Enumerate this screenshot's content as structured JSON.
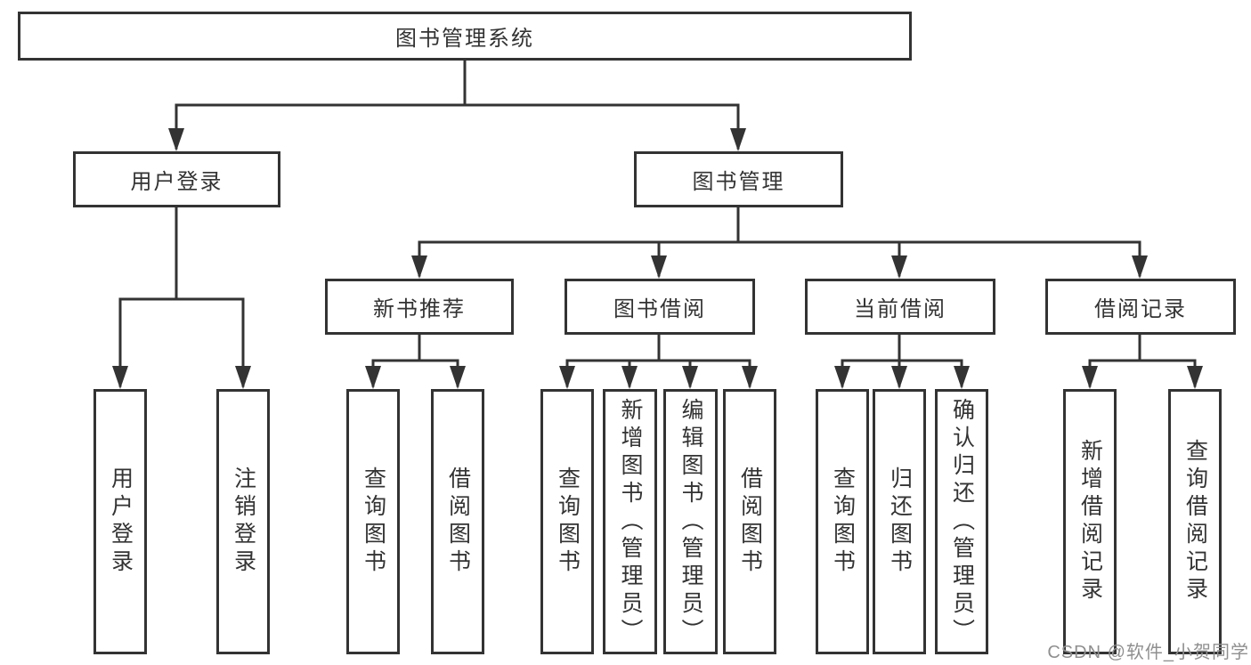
{
  "diagram": {
    "root": {
      "label": "图书管理系统"
    },
    "level2": [
      {
        "label": "用户登录"
      },
      {
        "label": "图书管理"
      }
    ],
    "level3": [
      {
        "label": "新书推荐"
      },
      {
        "label": "图书借阅"
      },
      {
        "label": "当前借阅"
      },
      {
        "label": "借阅记录"
      }
    ],
    "leaves": {
      "user_login": [
        "用户登录",
        "注销登录"
      ],
      "new_book": [
        "查询图书",
        "借阅图书"
      ],
      "book_borrow": [
        "查询图书",
        "新增图书（管理员）",
        "编辑图书（管理员）",
        "借阅图书"
      ],
      "current_borrow": [
        "查询图书",
        "归还图书",
        "确认归还（管理员）"
      ],
      "borrow_record": [
        "新增借阅记录",
        "查询借阅记录"
      ]
    }
  },
  "watermark": "CSDN @软件_小贺同学",
  "colors": {
    "line": "#333333",
    "text": "#333333",
    "watermark": "#8f8f8f",
    "background": "#ffffff"
  }
}
